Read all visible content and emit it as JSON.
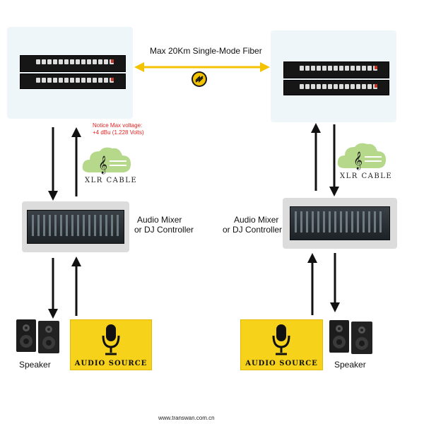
{
  "fiber": {
    "label": "Max 20Km Single-Mode Fiber"
  },
  "notice": {
    "line1": "Notice Max voltage:",
    "line2": "+4 dBu (1.228 Volts)"
  },
  "xlr": {
    "label": "XLR CABLE"
  },
  "mixer": {
    "line1": "Audio Mixer",
    "line2": "or DJ Controller"
  },
  "speaker": {
    "label": "Speaker"
  },
  "audio_source": {
    "label": "AUDIO SOURCE"
  },
  "footer": {
    "url": "www.transwan.com.cn"
  },
  "colors": {
    "panel": "#eef6fa",
    "fiber_arrow": "#f3c300",
    "notice": "#e52222",
    "audio_source_bg": "#f7d21a",
    "cloud": "#b5d88a"
  }
}
